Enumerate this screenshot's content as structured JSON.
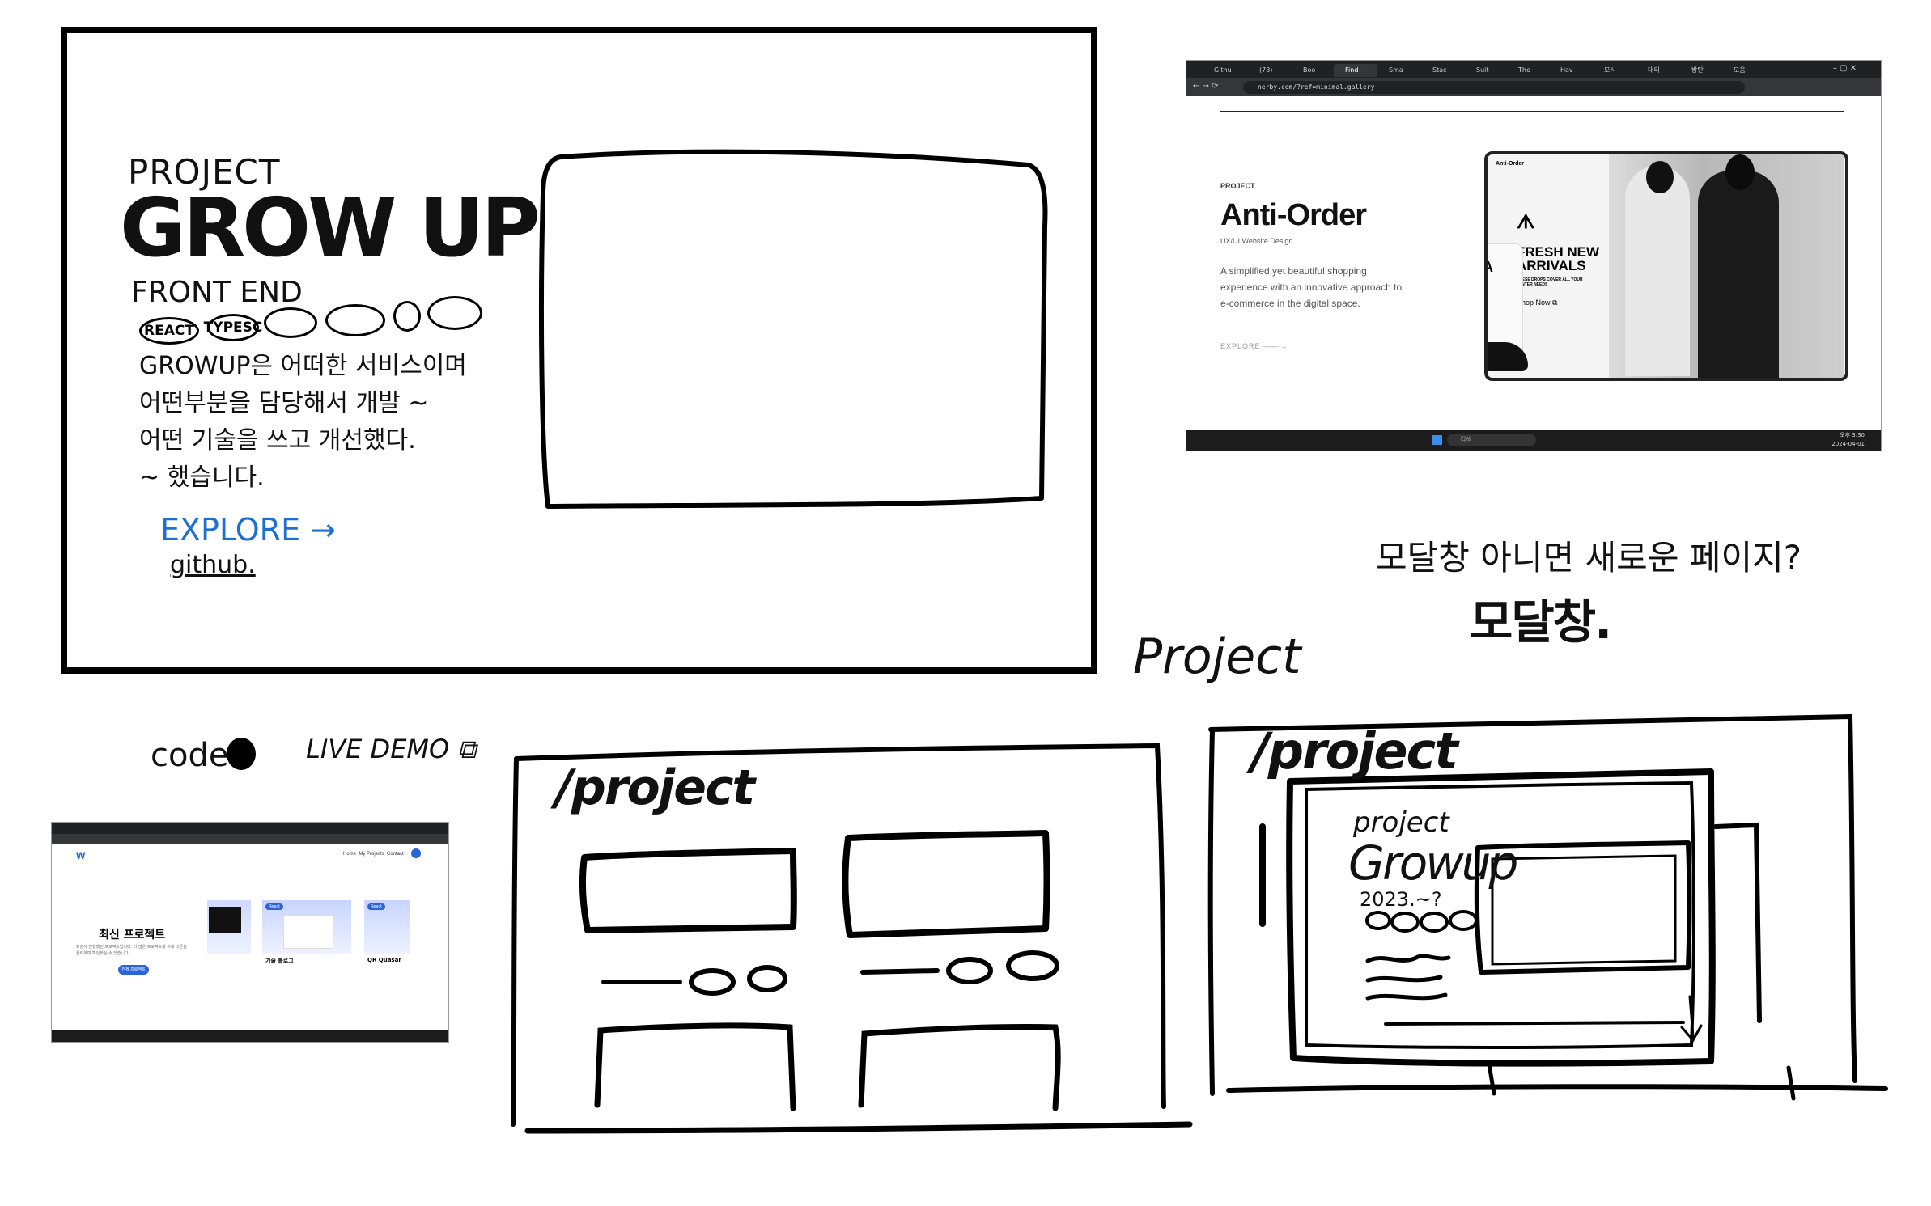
{
  "hero": {
    "eyebrow": "PROJECT",
    "title": "GROW UP",
    "subtitle": "FRONT END",
    "tags": [
      "REACT",
      "TYPESC"
    ],
    "description_lines": [
      "GROWUP은 어떠한 서비스이며",
      "어떤부분을 담당해서 개발 ~",
      "어떤 기술을 쓰고 개선했다.",
      "~ 했습니다."
    ],
    "explore_link": "EXPLORE →",
    "github_link": "github.",
    "accent_color": "#1e6fd0"
  },
  "reference_browser": {
    "tabs": [
      "Githu",
      "(73)",
      "Boo",
      "Find",
      "Sma",
      "Stac",
      "Suit",
      "The",
      "Hav",
      "모시",
      "대외",
      "방탄",
      "모음"
    ],
    "url": "nerby.com/?ref=minimal.gallery",
    "eyebrow": "PROJECT",
    "title": "Anti-Order",
    "subtitle": "UX/UI Website Design",
    "description": "A simplified yet beautiful shopping experience with an innovative approach to e-commerce in the digital space.",
    "cta": "EXPLORE",
    "mockup": {
      "brand": "Anti-Order",
      "headline": "FRESH NEW ARRIVALS",
      "subline": "THESE DROPS COVER ALL YOUR WINTER NEEDS",
      "cta": "Shop Now",
      "shirt_text": "ANTI"
    },
    "taskbar": {
      "search": "검색",
      "time": "오후 3:30",
      "date": "2024-04-01"
    }
  },
  "question": {
    "text": "모달창 아니면 새로운 페이지?",
    "answer": "모달창."
  },
  "project_label": "Project",
  "links": {
    "code": "code",
    "live_demo": "LIVE DEMO"
  },
  "reference_portfolio": {
    "nav": [
      "Home",
      "My Projects",
      "Contact"
    ],
    "heading": "최신 프로젝트",
    "description": "최근에 진행했던 프로젝트입니다. 더 많은 프로젝트를 아래 버튼을 클릭하여 확인하실 수 있습니다.",
    "button": "전체 프로젝트",
    "cards": [
      {
        "badge": "React",
        "title": "기술 블로그"
      },
      {
        "badge": "React",
        "title": "QR Quasar"
      }
    ]
  },
  "wire_list": {
    "title": "/project"
  },
  "wire_modal": {
    "page_title": "/project",
    "eyebrow": "project",
    "title": "Growup",
    "date": "2023.~?"
  }
}
